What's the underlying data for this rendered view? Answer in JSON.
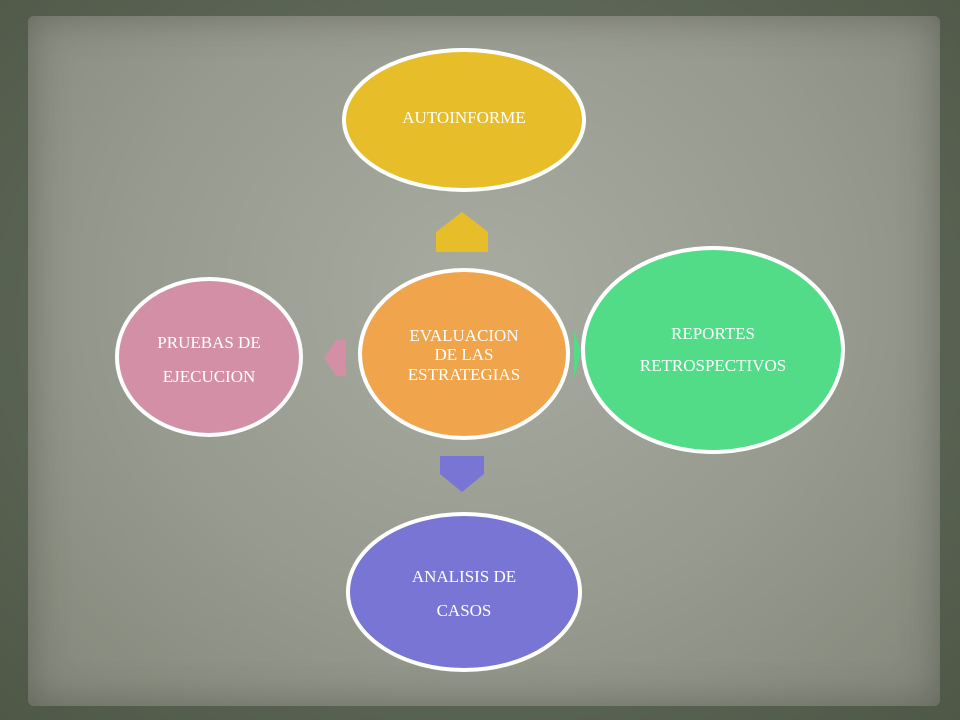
{
  "diagram": {
    "center": {
      "lines": [
        "EVALUACION",
        "DE LAS",
        "ESTRATEGIAS"
      ],
      "fill": "#f0a44c",
      "text_color": "#ffffff"
    },
    "nodes": [
      {
        "id": "top",
        "lines": [
          "AUTOINFORME"
        ],
        "fill": "#e8bd2a",
        "text_color": "#ffffff",
        "arrow_color": "#e8bd2a"
      },
      {
        "id": "right",
        "lines": [
          "REPORTES",
          "RETROSPECTIVOS"
        ],
        "fill": "#52dc88",
        "text_color": "#ffffff",
        "arrow_color": "#52dc88"
      },
      {
        "id": "bottom",
        "lines": [
          "ANALISIS DE",
          "CASOS"
        ],
        "fill": "#7875d4",
        "text_color": "#ffffff",
        "arrow_color": "#7875d4"
      },
      {
        "id": "left",
        "lines": [
          "PRUEBAS DE",
          "EJECUCION"
        ],
        "fill": "#d28fa6",
        "text_color": "#ffffff",
        "arrow_color": "#d28fa6"
      }
    ]
  }
}
